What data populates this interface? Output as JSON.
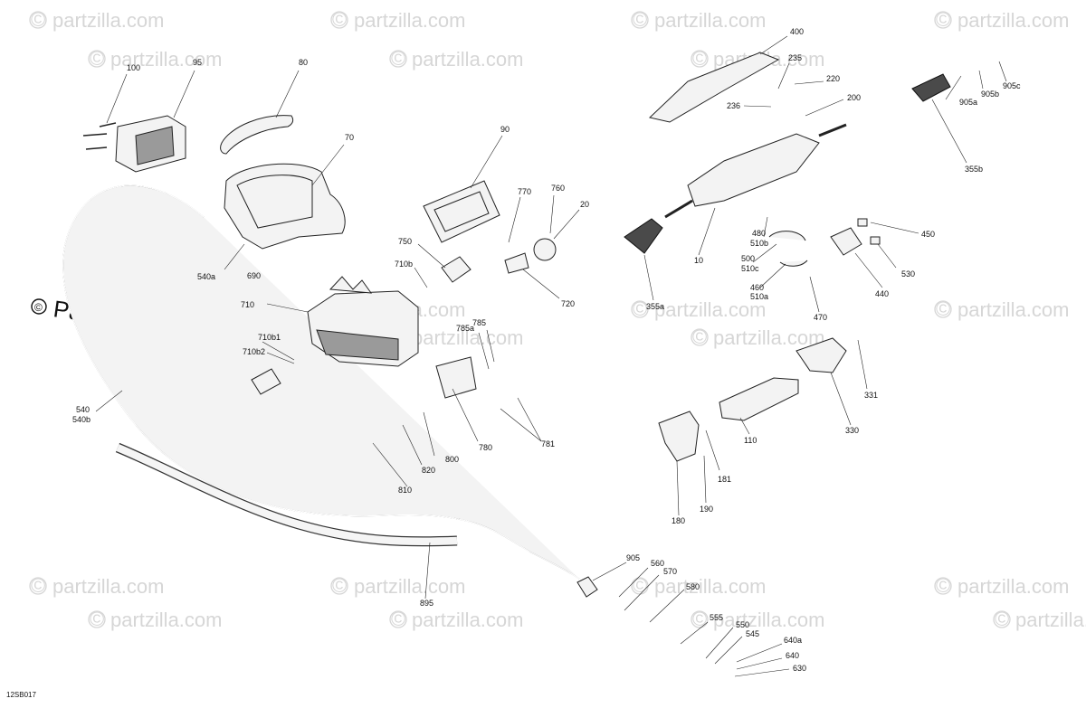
{
  "watermark": {
    "text": "partzilla.com",
    "symbol": "©",
    "prominent_text": "Partzilla.com"
  },
  "diagram_code": "12SB017",
  "callouts": [
    "100",
    "95",
    "80",
    "70",
    "90",
    "770",
    "760",
    "20",
    "750",
    "710b",
    "690",
    "710",
    "720",
    "710b1",
    "710b2",
    "785a",
    "785",
    "540a",
    "540",
    "540b",
    "780",
    "781",
    "800",
    "820",
    "810",
    "895",
    "400",
    "235",
    "220",
    "236",
    "200",
    "905a",
    "905b",
    "905c",
    "355b",
    "10",
    "480",
    "510b",
    "500",
    "510c",
    "460",
    "510a",
    "450",
    "530",
    "440",
    "470",
    "355a",
    "331",
    "330",
    "110",
    "181",
    "190",
    "180",
    "905",
    "560",
    "570",
    "580",
    "555",
    "550",
    "545",
    "640a",
    "640",
    "630"
  ]
}
